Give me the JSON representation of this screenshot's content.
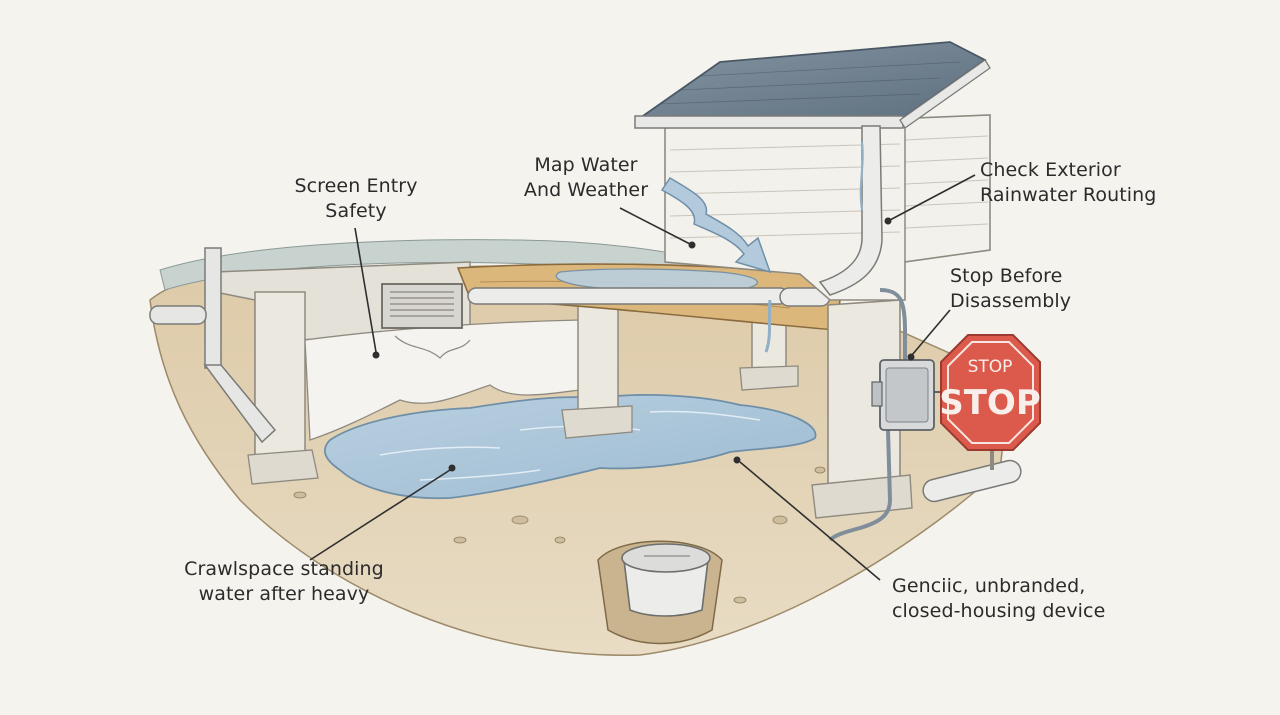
{
  "callouts": {
    "screen_entry": {
      "line1": "Screen Entry",
      "line2": "Safety"
    },
    "map_water": {
      "line1": "Map Water",
      "line2": "And Weather"
    },
    "check_exterior": {
      "line1": "Check Exterior",
      "line2": "Rainwater Routing"
    },
    "stop_before": {
      "line1": "Stop Before",
      "line2": "Disassembly"
    },
    "standing_water": {
      "line1": "Crawlspace standing",
      "line2": "water after heavy"
    },
    "generic_device": {
      "line1": "Genciic, unbranded,",
      "line2": "closed-housing device"
    }
  },
  "stop_sign": {
    "top_text": "STOP",
    "main_text": "STOP"
  },
  "colors": {
    "background": "#f5f3ee",
    "water": "#a9c4d8",
    "water_edge": "#6f8fa8",
    "soil": "#d6c4a3",
    "concrete": "#e9e6de",
    "wood": "#d9b478",
    "roof": "#6d7f8f",
    "siding": "#f2f0ea",
    "stop_red": "#d9574a",
    "ink": "#3a3a3a"
  }
}
